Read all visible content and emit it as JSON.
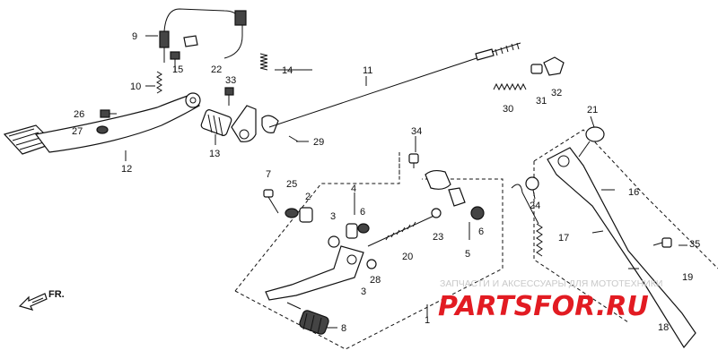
{
  "callouts": {
    "p1": "1",
    "p2": "2",
    "p3a": "3",
    "p3b": "3",
    "p4": "4",
    "p5": "5",
    "p6a": "6",
    "p6b": "6",
    "p7": "7",
    "p8": "8",
    "p9": "9",
    "p10": "10",
    "p11": "11",
    "p12": "12",
    "p13": "13",
    "p14": "14",
    "p15": "15",
    "p16": "16",
    "p17": "17",
    "p18": "18",
    "p19": "19",
    "p20": "20",
    "p21": "21",
    "p22": "22",
    "p23": "23",
    "p24": "24",
    "p25": "25",
    "p26": "26",
    "p27": "27",
    "p28": "28",
    "p29": "29",
    "p30": "30",
    "p31": "31",
    "p32": "32",
    "p33": "33",
    "p34": "34",
    "p35": "35"
  },
  "direction_label": "FR.",
  "watermark": {
    "caption": "ЗАПЧАСТИ И АКСЕССУАРЫ ДЛЯ МОТОТЕХНИКИ",
    "brand": "PARTSFOR.RU"
  },
  "colors": {
    "line": "#111111",
    "watermark_red": "#e21b22",
    "watermark_gray": "#c9c9c9"
  }
}
